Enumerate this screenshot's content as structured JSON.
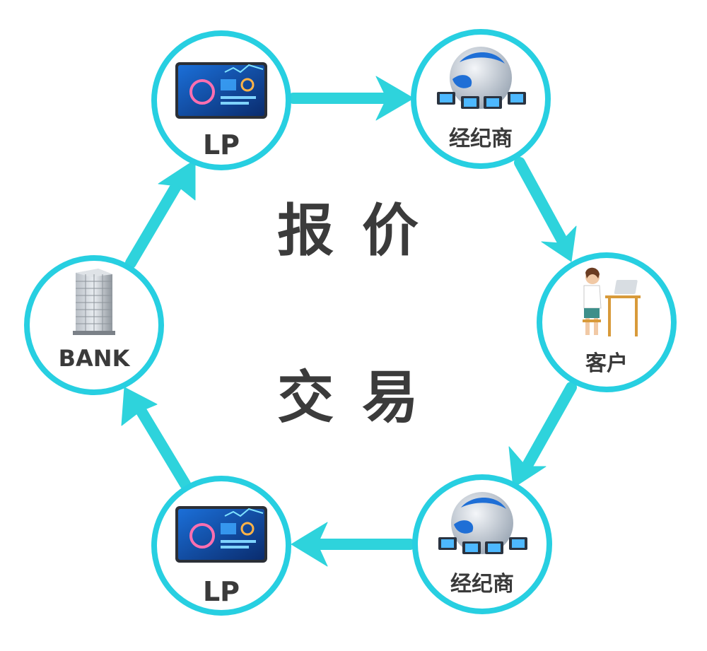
{
  "colors": {
    "accent": "#2ED3DC",
    "circle_stroke": "#27CFE1",
    "label_text": "#3A3A3A",
    "center_text": "#3B3B3B"
  },
  "center": {
    "quote_label": "报 价",
    "trade_label": "交 易"
  },
  "nodes": {
    "lp_top": {
      "label": "LP",
      "icon": "tablet-dashboard-icon"
    },
    "broker_top": {
      "label": "经纪商",
      "icon": "globe-network-icon"
    },
    "client": {
      "label": "客户",
      "icon": "person-at-laptop-icon"
    },
    "broker_bottom": {
      "label": "经纪商",
      "icon": "globe-network-icon"
    },
    "lp_bottom": {
      "label": "LP",
      "icon": "tablet-dashboard-icon"
    },
    "bank": {
      "label": "BANK",
      "icon": "bank-building-icon"
    }
  }
}
